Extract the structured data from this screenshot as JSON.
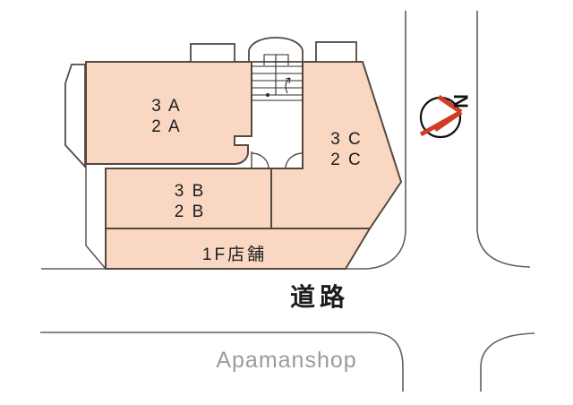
{
  "plan": {
    "rooms": {
      "a": {
        "floor3": "3 A",
        "floor2": "2 A"
      },
      "b": {
        "floor3": "3 B",
        "floor2": "2 B"
      },
      "c": {
        "floor3": "3 C",
        "floor2": "2 C"
      },
      "shop": {
        "label": "1F店舗"
      }
    },
    "road_label": "道路",
    "brand_label": "Apamanshop",
    "compass": {
      "north_label": "N"
    },
    "icons": {
      "compass": "compass-north-arrow-icon",
      "stairs": "staircase-icon"
    }
  },
  "colors": {
    "room_fill": "#f9d7c2",
    "outline": "#55493f",
    "road_line": "#5f5f5f",
    "compass_red": "#d23c23",
    "label_text": "#1c1c1c",
    "brand_text": "#9b9b9b"
  }
}
